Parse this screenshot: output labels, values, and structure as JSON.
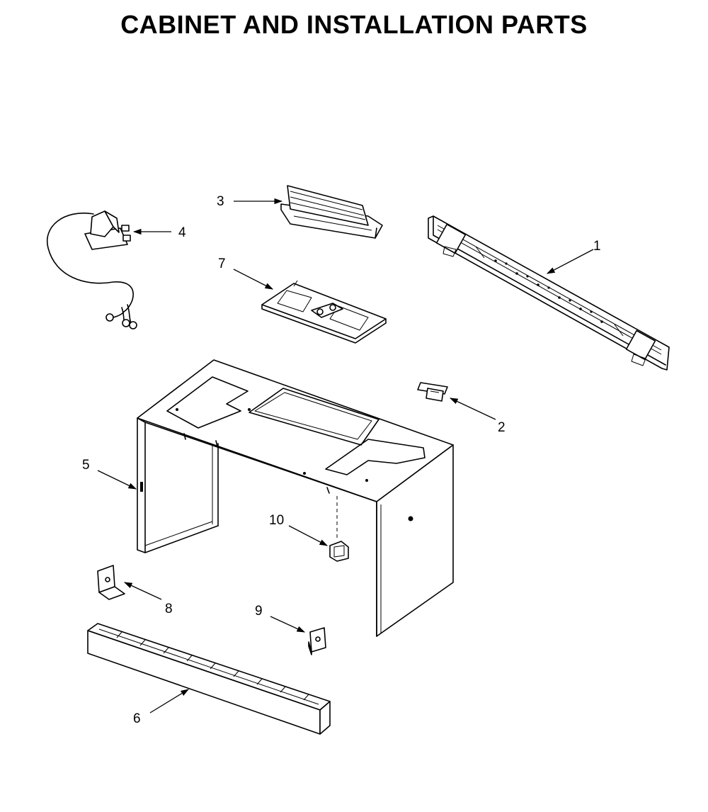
{
  "title": "CABINET AND INSTALLATION PARTS",
  "callouts": [
    {
      "id": "1",
      "label": "1"
    },
    {
      "id": "2",
      "label": "2"
    },
    {
      "id": "3",
      "label": "3"
    },
    {
      "id": "4",
      "label": "4"
    },
    {
      "id": "5",
      "label": "5"
    },
    {
      "id": "6",
      "label": "6"
    },
    {
      "id": "7",
      "label": "7"
    },
    {
      "id": "8",
      "label": "8"
    },
    {
      "id": "9",
      "label": "9"
    },
    {
      "id": "10",
      "label": "10"
    }
  ]
}
